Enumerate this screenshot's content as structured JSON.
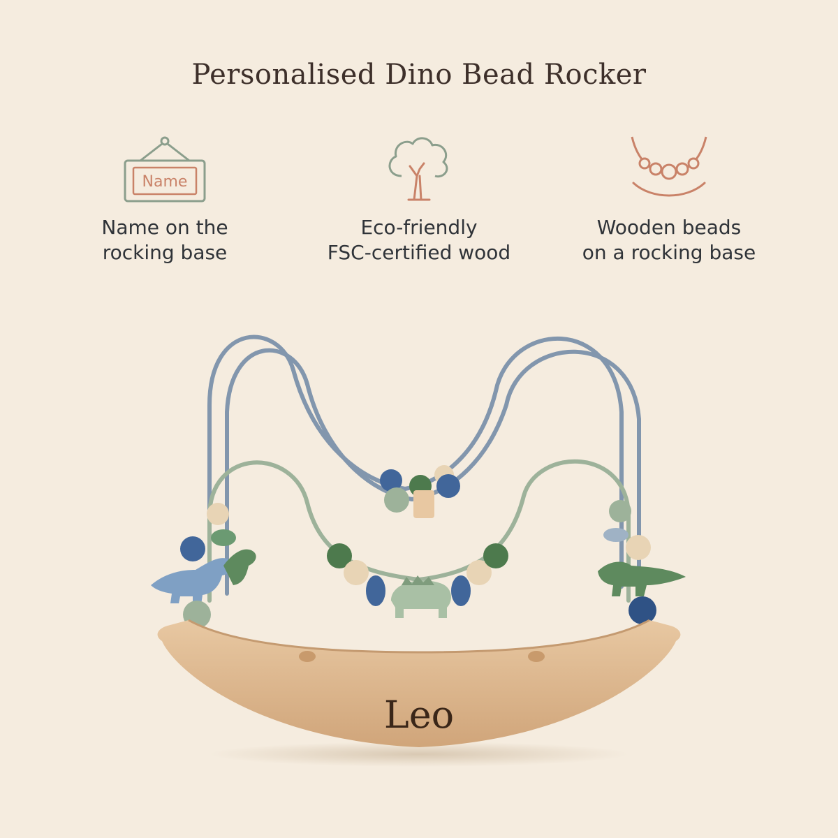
{
  "title": "Personalised Dino Bead Rocker",
  "features": [
    {
      "icon": "name-sign-icon",
      "sign_text": "Name",
      "caption_line1": "Name on the",
      "caption_line2": "rocking base"
    },
    {
      "icon": "tree-icon",
      "caption_line1": "Eco-friendly",
      "caption_line2": "FSC-certified wood"
    },
    {
      "icon": "bead-necklace-icon",
      "caption_line1": "Wooden beads",
      "caption_line2": "on a rocking base"
    }
  ],
  "product": {
    "engraved_name": "Leo"
  },
  "colors": {
    "background": "#f5ecdf",
    "icon_green": "#8b9e8c",
    "icon_terracotta": "#c98268",
    "wire_blue": "#8296ad",
    "wire_green": "#9db29a",
    "wood": "#dcb48c"
  }
}
